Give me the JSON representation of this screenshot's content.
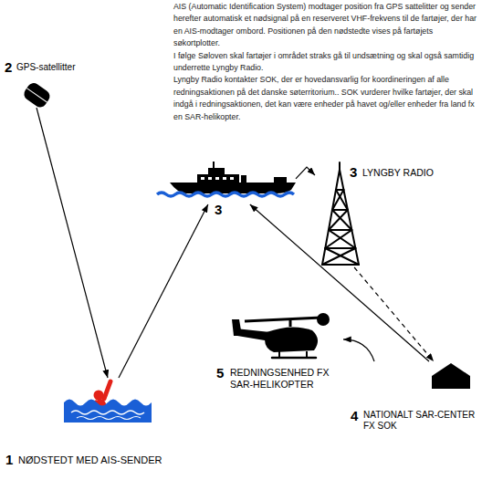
{
  "diagram": {
    "nodes": [
      {
        "text": [
          "2",
          "GPS-satellitter"
        ]
      },
      {
        "text": [
          "3"
        ]
      },
      {
        "text": [
          "3",
          "LYNGBY RADIO"
        ]
      },
      {
        "text": [
          "5",
          "REDNINGSENHED FX SAR-HELIKOPTER"
        ]
      },
      {
        "text": [
          "4",
          "NATIONALT SAR-CENTER FX SOK"
        ]
      },
      {
        "text": [
          "1",
          "NØDSTEDT MED AIS-SENDER"
        ]
      }
    ],
    "edges": [
      {
        "from": 0,
        "to": 5,
        "arrow": "to"
      },
      {
        "from": 5,
        "to": 1,
        "arrow": "to"
      },
      {
        "from": 1,
        "to": 2,
        "arrow": "to"
      },
      {
        "from": 2,
        "to": 4,
        "arrow": "to"
      },
      {
        "from": 4,
        "to": 1,
        "arrow": "to"
      },
      {
        "from": 4,
        "to": 3,
        "arrow": "to"
      }
    ],
    "labels": [
      "AIS (Automatic Identification System) modtager position fra GPS sattelitter og sender herefter automatisk et nødsignal på en reserveret VHF-frekvens til de fartøjer, der har en AIS-modtager ombord. Positionen på den nødstedte vises på fartøjets søkortplotter.",
      "I følge Søloven skal fartøjer i området straks gå til undsætning og skal også samtidig underrette Lyngby Radio.",
      "Lyngby Radio kontakter SOK, der er hovedansvarlig for koordineringen af alle redningsaktionen på det danske søterritorium.. SOK vurderer hvilke fartøjer, der skal indgå i redningsaktionen, det kan være enheder på havet og/eller enheder fra land fx en SAR-helikopter."
    ]
  }
}
